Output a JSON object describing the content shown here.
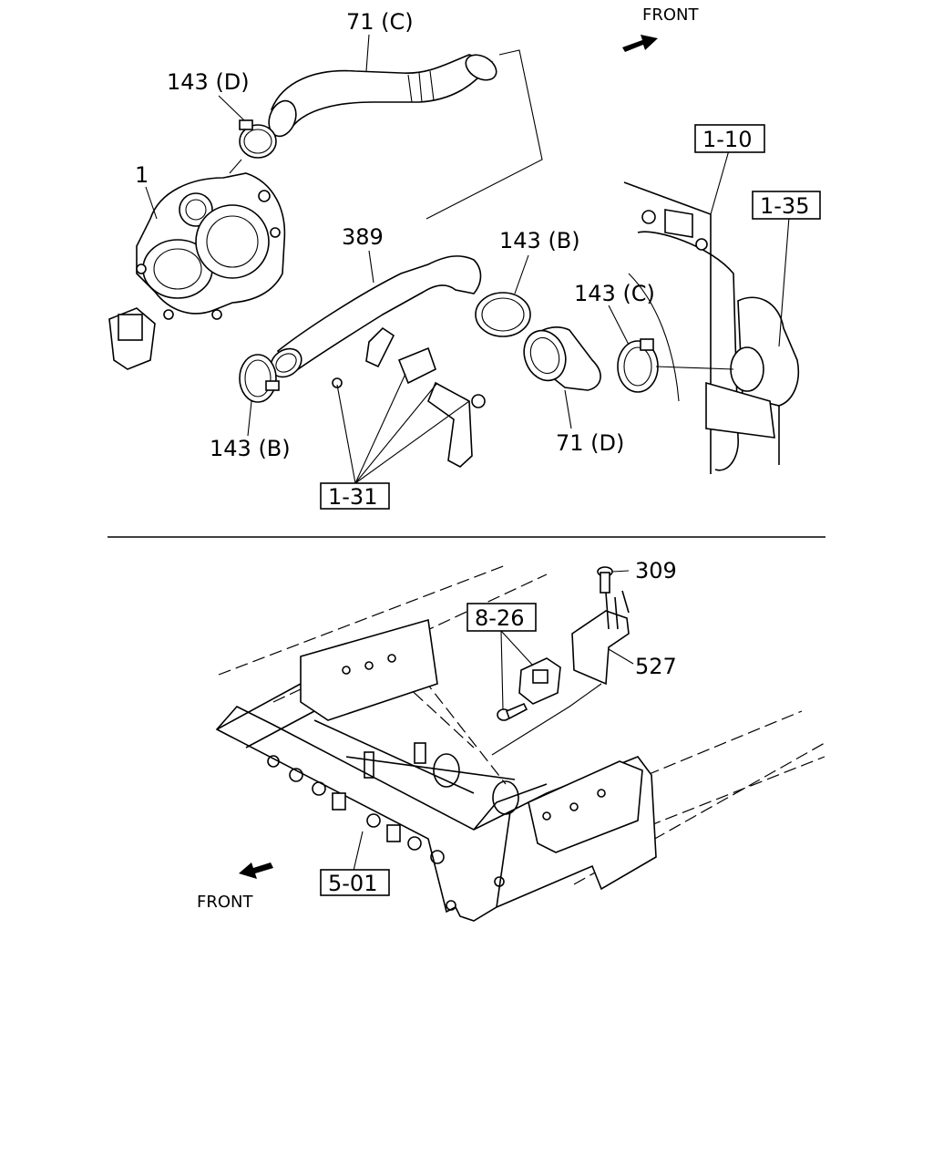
{
  "labels": {
    "front_top": "FRONT",
    "front_bottom": "FRONT",
    "p71c": "71 (C)",
    "p143d": "143 (D)",
    "p1": "1",
    "p389": "389",
    "p143b_top": "143 (B)",
    "p143c": "143 (C)",
    "p143b_bottom": "143 (B)",
    "p71d": "71 (D)",
    "ref_1_10": "1-10",
    "ref_1_35": "1-35",
    "ref_1_31": "1-31",
    "p309": "309",
    "ref_8_26": "8-26",
    "p527": "527",
    "ref_5_01": "5-01"
  }
}
